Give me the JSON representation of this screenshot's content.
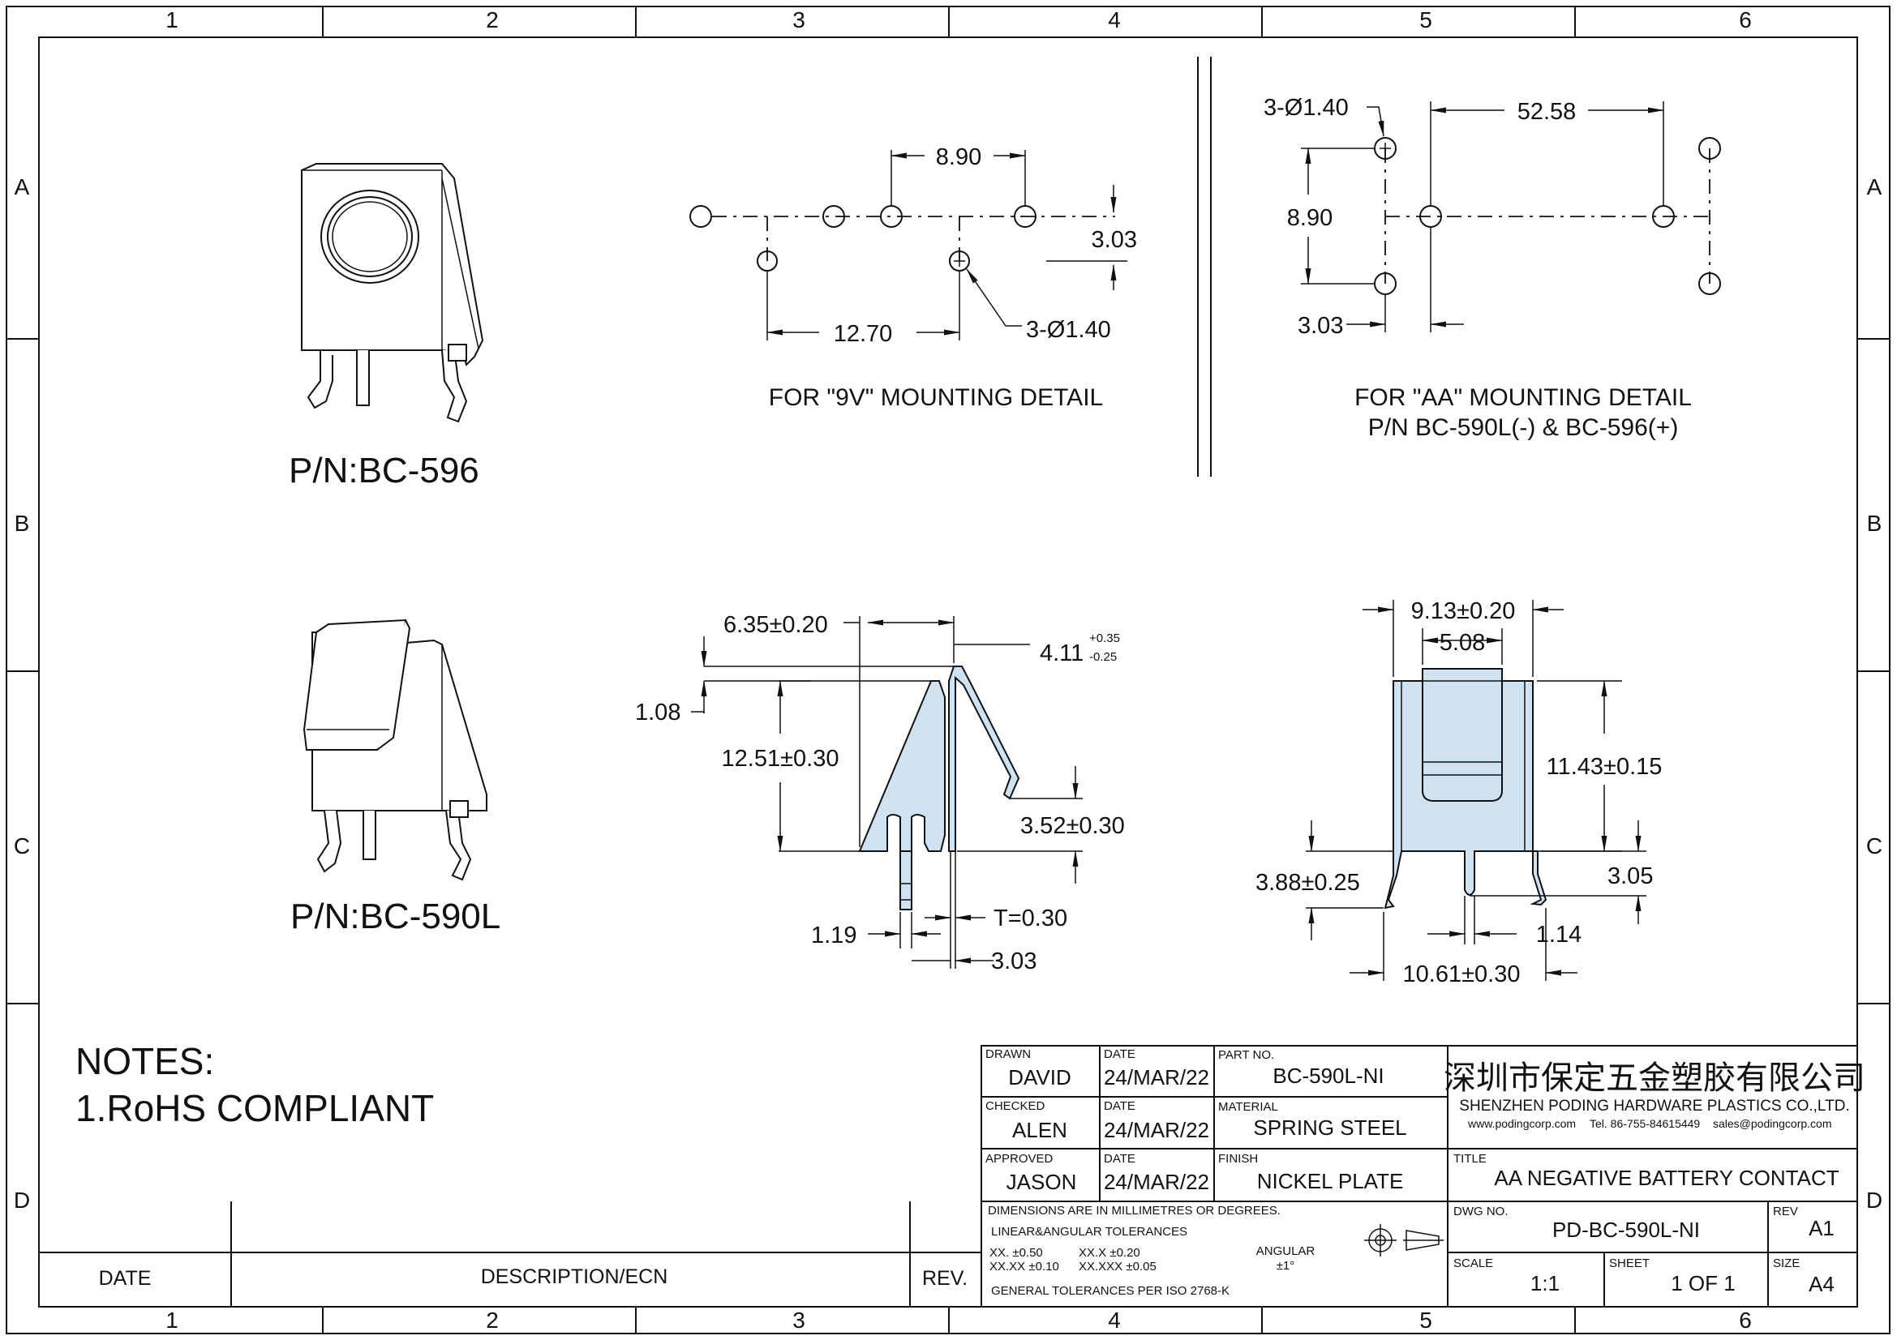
{
  "border": {
    "columns": [
      "1",
      "2",
      "3",
      "4",
      "5",
      "6"
    ],
    "rows": [
      "A",
      "B",
      "C",
      "D"
    ]
  },
  "views": {
    "bc596_label": "P/N:BC-596",
    "bc590l_label": "P/N:BC-590L",
    "mount9v": {
      "dim_top": "8.90",
      "dim_right": "3.03",
      "dim_bottom": "12.70",
      "hole_callout": "3-Ø1.40",
      "caption": "FOR \"9V\" MOUNTING DETAIL"
    },
    "mountAA": {
      "hole_callout": "3-Ø1.40",
      "dim_top": "52.58",
      "dim_left": "8.90",
      "dim_left_bottom": "3.03",
      "caption_line1": "FOR \"AA\" MOUNTING DETAIL",
      "caption_line2": "P/N BC-590L(-) & BC-596(+)"
    },
    "side": {
      "width_top": "6.35±0.20",
      "width_tip": "4.11",
      "tol_plus": "+0.35",
      "tol_minus": "-0.25",
      "offset": "1.08",
      "height": "12.51±0.30",
      "tip_height": "3.52±0.30",
      "pin_width": "1.19",
      "thickness": "T=0.30",
      "pin_gap": "3.03"
    },
    "front": {
      "width_outer": "9.13±0.20",
      "width_inner": "5.08",
      "height": "11.43±0.15",
      "leg_height": "3.88±0.25",
      "leg_right": "3.05",
      "pin_width": "1.14",
      "base_width": "10.61±0.30"
    }
  },
  "notes": {
    "title": "NOTES:",
    "line1": "1.RoHS COMPLIANT"
  },
  "revision_block": {
    "date": "DATE",
    "description": "DESCRIPTION/ECN",
    "rev": "REV."
  },
  "title_block": {
    "drawn_label": "DRAWN",
    "drawn": "DAVID",
    "date_label": "DATE",
    "drawn_date": "24/MAR/22",
    "part_label": "PART NO.",
    "part": "BC-590L-NI",
    "checked_label": "CHECKED",
    "checked": "ALEN",
    "checked_date": "24/MAR/22",
    "material_label": "MATERIAL",
    "material": "SPRING STEEL",
    "approved_label": "APPROVED",
    "approved": "JASON",
    "approved_date": "24/MAR/22",
    "finish_label": "FINISH",
    "finish": "NICKEL PLATE",
    "company_cn": "深圳市保定五金塑胶有限公司",
    "company_en": "SHENZHEN PODING HARDWARE PLASTICS CO.,LTD.",
    "web": "www.podingcorp.com",
    "tel": "Tel. 86-755-84615449",
    "email": "sales@podingcorp.com",
    "title_label": "TITLE",
    "title": "AA NEGATIVE BATTERY CONTACT",
    "units": "DIMENSIONS ARE IN MILLIMETRES OR DEGREES.",
    "tol_head": "LINEAR&ANGULAR TOLERANCES",
    "tol_xx": "XX.   ±0.50",
    "tol_xxx": "XX.X    ±0.20",
    "tol_xxxx": "XX.XX  ±0.10",
    "tol_xxxxx": "XX.XXX   ±0.05",
    "angular": "ANGULAR",
    "angular_val": "±1°",
    "general": "GENERAL TOLERANCES PER ISO 2768-K",
    "dwg_label": "DWG NO.",
    "dwg": "PD-BC-590L-NI",
    "rev_label": "REV",
    "rev": "A1",
    "scale_label": "SCALE",
    "scale": "1:1",
    "sheet_label": "SHEET",
    "sheet": "1 OF 1",
    "size_label": "SIZE",
    "size": "A4"
  }
}
